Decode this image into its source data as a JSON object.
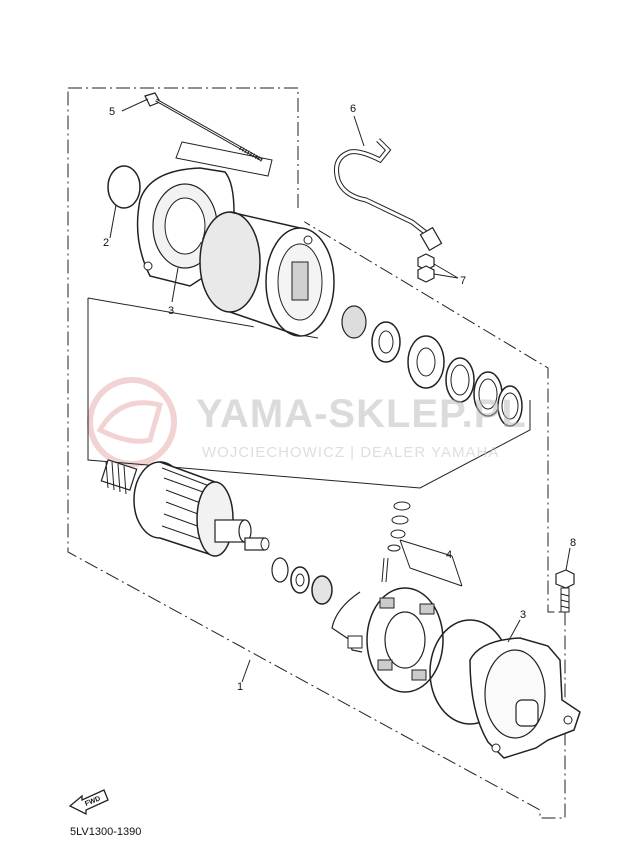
{
  "callouts": {
    "p1": "1",
    "p2": "2",
    "p3_left": "3",
    "p3_right": "3",
    "p4": "4",
    "p5": "5",
    "p6": "6",
    "p7": "7",
    "p8": "8"
  },
  "fwd_label": "FWD",
  "diagram_code": "5LV1300-1390",
  "watermark": {
    "title": "YAMA-SKLEP.PL",
    "subtitle": "WOJCIECHOWICZ | DEALER YAMAHA",
    "logo_color": "#e8aeb0"
  }
}
